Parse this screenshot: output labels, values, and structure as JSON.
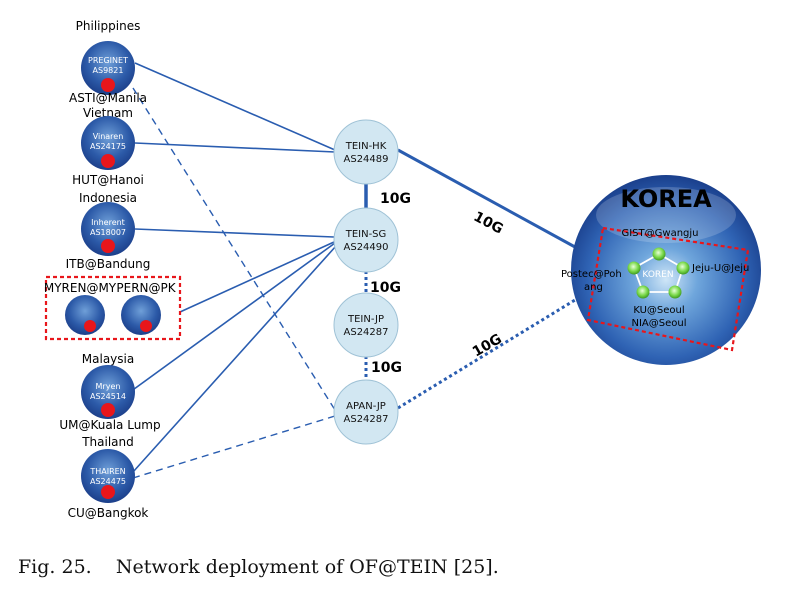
{
  "nren_nodes": [
    {
      "id": "philippines",
      "country": "Philippines",
      "name": "PREGINET",
      "as": "AS9821",
      "site": "ASTI@Manila"
    },
    {
      "id": "vietnam",
      "country": "Vietnam",
      "name": "Vinaren",
      "as": "AS24175",
      "site": "HUT@Hanoi"
    },
    {
      "id": "indonesia",
      "country": "Indonesia",
      "name": "Inherent",
      "as": "AS18007",
      "site": "ITB@Bandung"
    },
    {
      "id": "malaysia",
      "country": "Malaysia",
      "name": "Mryen",
      "as": "AS24514",
      "site": "UM@Kuala Lump"
    },
    {
      "id": "thailand",
      "country": "Thailand",
      "name": "THAIREN",
      "as": "AS24475",
      "site": "CU@Bangkok"
    }
  ],
  "my_group": {
    "labels": [
      "MYREN@MY",
      "PERN@PK"
    ]
  },
  "hubs": [
    {
      "id": "hk",
      "name": "TEIN-HK",
      "as": "AS24489"
    },
    {
      "id": "sg",
      "name": "TEIN-SG",
      "as": "AS24490"
    },
    {
      "id": "jp",
      "name": "TEIN-JP",
      "as": "AS24287"
    },
    {
      "id": "apan",
      "name": "APAN-JP",
      "as": "AS24287"
    }
  ],
  "bandwidth_labels": {
    "hk_sg": "10G",
    "sg_jp": "10G",
    "jp_apan": "10G",
    "hk_korea": "10G",
    "apan_korea": "10G"
  },
  "korea": {
    "title": "KOREA",
    "center": "KOREN",
    "sites": {
      "top": "GIST@Gwangju",
      "left_line1": "Postec@Poh",
      "left_line2": "ang",
      "right": "Jeju-U@Jeju",
      "bottom_line1": "KU@Seoul",
      "bottom_line2": "NIA@Seoul"
    }
  },
  "caption": "Fig. 25.    Network deployment of OF@TEIN [25].",
  "colors": {
    "link": "#2a5db0",
    "hub_fill": "#d2e7f2",
    "hub_stroke": "#9fc2d6",
    "node_dark": "#1c3f8a",
    "node_light": "#6f9fd8",
    "red": "#e8161b",
    "green": "#7ad94a"
  }
}
